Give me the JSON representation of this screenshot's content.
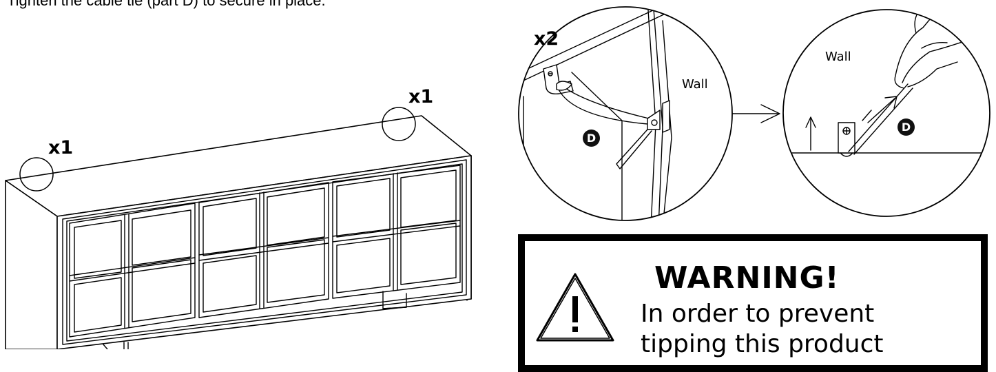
{
  "instruction": "Tighten the cable tie (part D) to secure in place.",
  "quantities": {
    "left_corner": "x1",
    "right_corner": "x1",
    "detail": "x2"
  },
  "wall_labels": {
    "detail_1": "Wall",
    "detail_2": "Wall"
  },
  "part_labels": {
    "detail_1": "D",
    "detail_2": "D"
  },
  "warning": {
    "title": "WARNING!",
    "line_1": "In order to prevent",
    "line_2": "tipping this product"
  },
  "icons": [
    "warning-triangle-icon",
    "arrow-right-icon",
    "arrow-up-icon",
    "screwdriver-icon",
    "hand-icon",
    "bracket-icon",
    "cable-tie-icon"
  ]
}
